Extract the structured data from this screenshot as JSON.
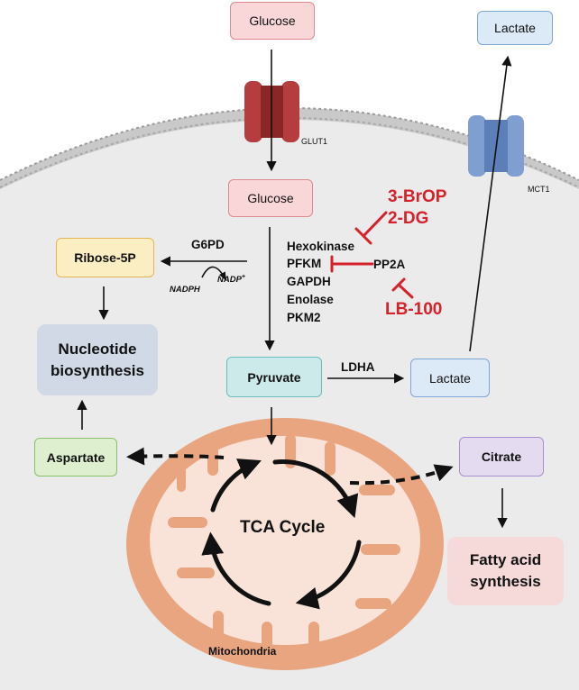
{
  "nodes": {
    "glucose_out": "Glucose",
    "lactate_out": "Lactate",
    "glucose_in": "Glucose",
    "ribose": "Ribose-5P",
    "nucleotide_1": "Nucleotide",
    "nucleotide_2": "biosynthesis",
    "pyruvate": "Pyruvate",
    "lactate_in": "Lactate",
    "aspartate": "Aspartate",
    "citrate": "Citrate",
    "fatty_1": "Fatty acid",
    "fatty_2": "synthesis",
    "tca": "TCA Cycle",
    "mito": "Mitochondria"
  },
  "transporters": {
    "glut1": "GLUT1",
    "mct1": "MCT1"
  },
  "enzymes": {
    "g6pd": "G6PD",
    "ldha": "LDHA",
    "pp2a": "PP2A",
    "glycolysis": [
      "Hexokinase",
      "PFKM",
      "GAPDH",
      "Enolase",
      "PKM2"
    ]
  },
  "cofactors": {
    "nadph": "NADPH",
    "nadp": "NADP",
    "nadp_sup": "+"
  },
  "inhibitors": {
    "brop": "3-BrOP",
    "dg": "2-DG",
    "lb100": "LB-100"
  },
  "colors": {
    "cytoplasm": "#ebebeb",
    "membrane": "#c8c8c8",
    "glucose_fill": "#f9d7d9",
    "glucose_border": "#e0888f",
    "lactate_fill": "#dce9f7",
    "lactate_border": "#7ea6d6",
    "ribose_fill": "#fbeec3",
    "ribose_border": "#e6b457",
    "nucleotide_fill": "#d1d9e6",
    "pyruvate_fill": "#cdeaea",
    "pyruvate_border": "#6cbcbc",
    "aspartate_fill": "#ddefcf",
    "aspartate_border": "#86c06a",
    "citrate_fill": "#e4dbf0",
    "citrate_border": "#a88fcf",
    "fatty_fill": "#f6d9d9",
    "mito_outer": "#e8a580",
    "mito_inner": "#f9e3d8",
    "glut1": "#b53d3d",
    "mct1": "#7f9fd1",
    "inhibitor": "#d4212a"
  }
}
